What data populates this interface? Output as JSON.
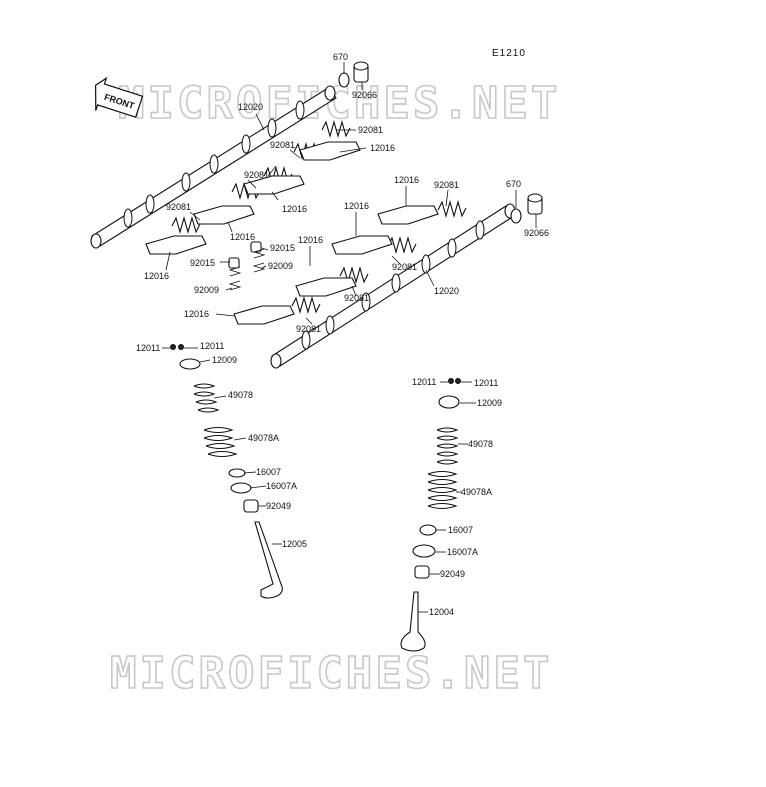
{
  "diagram": {
    "code": "E1210",
    "front_label": "FRONT",
    "watermark_top": "MICROFICHES.NET",
    "watermark_bottom": "MICROFICHES.NET",
    "labels": {
      "p670_top": "670",
      "p92066_top": "92066",
      "p12020_top": "12020",
      "p92081_a": "92081",
      "p92081_b": "92081",
      "p12016_a": "12016",
      "p92081_c": "92081",
      "p12016_b": "12016",
      "p92081_d": "92081",
      "p12016_c": "12016",
      "p12016_d": "12016",
      "p92015_a": "92015",
      "p92015_b": "92015",
      "p92009_a": "92009",
      "p92009_b": "92009",
      "p12016_e": "12016",
      "p12016_f": "12016",
      "p12016_g": "12016",
      "p12016_h": "12016",
      "p92081_e": "92081",
      "p92081_f": "92081",
      "p92081_g": "92081",
      "p670_right": "670",
      "p92066_right": "92066",
      "p12020_right": "12020",
      "p12011_l1": "12011",
      "p12011_l2": "12011",
      "p12009_l": "12009",
      "p49078_l": "49078",
      "p49078A_l": "49078A",
      "p16007_l": "16007",
      "p16007A_l": "16007A",
      "p92049_l": "92049",
      "p12005": "12005",
      "p12011_r1": "12011",
      "p12011_r2": "12011",
      "p12009_r": "12009",
      "p49078_r": "49078",
      "p49078A_r": "49078A",
      "p16007_r": "16007",
      "p16007A_r": "16007A",
      "p92049_r": "92049",
      "p12004": "12004"
    }
  }
}
